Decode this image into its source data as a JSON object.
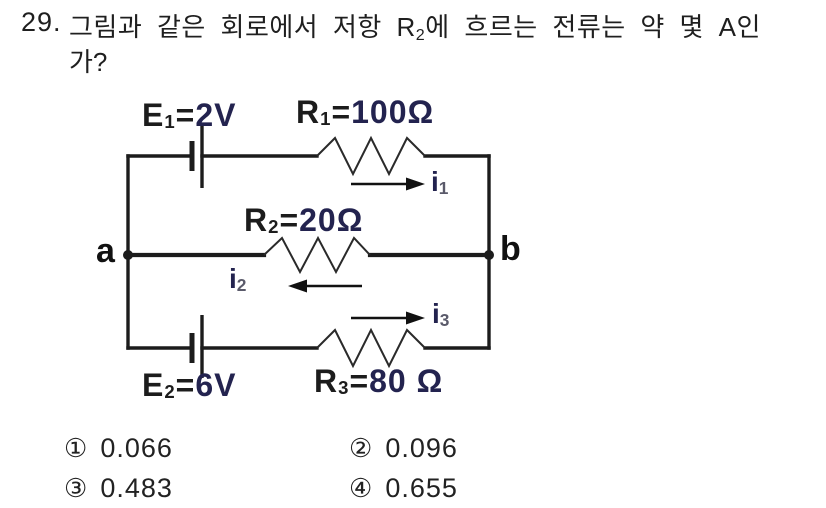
{
  "page": {
    "background": "#ffffff",
    "ink_color": "#1f1f1f",
    "value_color": "#23234f"
  },
  "question": {
    "number": "29.",
    "line1_pre": "그림과 같은 회로에서 저항 R",
    "line1_sub": "2",
    "line1_post": "에 흐르는 전류는 약 몇 A인",
    "line2": "가?"
  },
  "circuit": {
    "nodes": {
      "a": "a",
      "b": "b"
    },
    "components": {
      "e1": {
        "base": "E",
        "sub": "1",
        "eq": "=",
        "value": "2V"
      },
      "r1": {
        "base": "R",
        "sub": "1",
        "eq": "=",
        "value": "100Ω"
      },
      "r2": {
        "base": "R",
        "sub": "2",
        "eq": "=",
        "value": "20Ω"
      },
      "e2": {
        "base": "E",
        "sub": "2",
        "eq": "=",
        "value": "6V"
      },
      "r3": {
        "base": "R",
        "sub": "3",
        "eq": "=",
        "value": "80 Ω"
      }
    },
    "currents": {
      "i1": {
        "base": "i",
        "sub": "1",
        "direction": "right"
      },
      "i2": {
        "base": "i",
        "sub": "2",
        "direction": "left"
      },
      "i3": {
        "base": "i",
        "sub": "3",
        "direction": "right"
      }
    }
  },
  "answers": {
    "choices": [
      {
        "num": "①",
        "value": "0.066"
      },
      {
        "num": "②",
        "value": "0.096"
      },
      {
        "num": "③",
        "value": "0.483"
      },
      {
        "num": "④",
        "value": "0.655"
      }
    ]
  }
}
